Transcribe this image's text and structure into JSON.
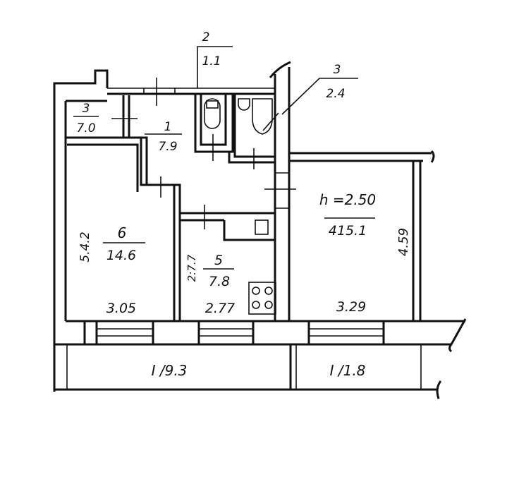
{
  "plan": {
    "ceiling_height": "h =2.50",
    "total_area": "415.1",
    "rooms": [
      {
        "number": "1",
        "area": "7.9"
      },
      {
        "number": "2",
        "area": "1.1"
      },
      {
        "number": "3",
        "area": "2.4"
      },
      {
        "number": "3",
        "area": "7.0"
      },
      {
        "number": "5",
        "area": "7.8"
      },
      {
        "number": "6",
        "area": "14.6"
      }
    ],
    "dimensions": {
      "room6_height": "5.4.2",
      "room6_width": "3.05",
      "kitchen_height": "2:7.7",
      "kitchen_width": "2.77",
      "living_width": "3.29",
      "living_height": "4.59"
    },
    "balconies": [
      {
        "label": "I /9.3"
      },
      {
        "label": "I /1.8"
      }
    ]
  }
}
